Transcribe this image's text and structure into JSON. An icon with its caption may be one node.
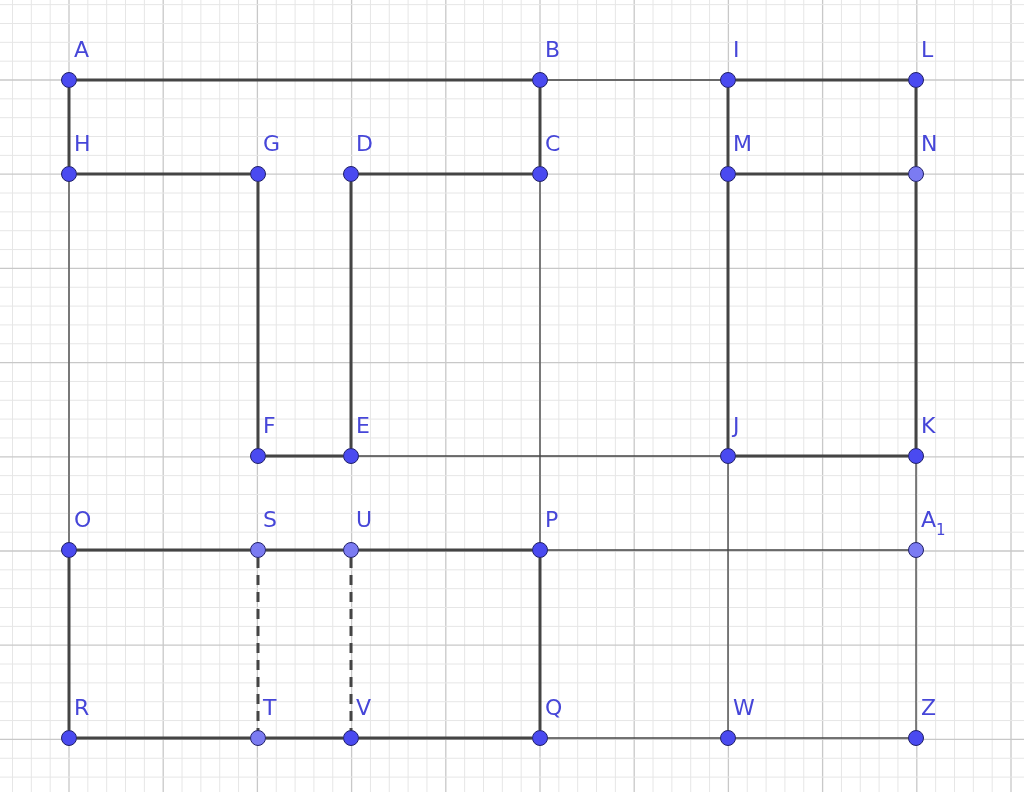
{
  "diagram": {
    "nodes": [
      {
        "text": [
          "A"
        ]
      },
      {
        "text": [
          "B"
        ]
      },
      {
        "text": [
          "I"
        ]
      },
      {
        "text": [
          "L"
        ]
      },
      {
        "text": [
          "H"
        ]
      },
      {
        "text": [
          "G"
        ]
      },
      {
        "text": [
          "D"
        ]
      },
      {
        "text": [
          "C"
        ]
      },
      {
        "text": [
          "M"
        ]
      },
      {
        "text": [
          "N"
        ]
      },
      {
        "text": [
          "F"
        ]
      },
      {
        "text": [
          "E"
        ]
      },
      {
        "text": [
          "J"
        ]
      },
      {
        "text": [
          "K"
        ]
      },
      {
        "text": [
          "O"
        ]
      },
      {
        "text": [
          "S"
        ]
      },
      {
        "text": [
          "U"
        ]
      },
      {
        "text": [
          "P"
        ]
      },
      {
        "text": [
          "A$_{1}$"
        ]
      },
      {
        "text": [
          "R"
        ]
      },
      {
        "text": [
          "T"
        ]
      },
      {
        "text": [
          "V"
        ]
      },
      {
        "text": [
          "Q"
        ]
      },
      {
        "text": [
          "W"
        ]
      },
      {
        "text": [
          "Z"
        ]
      }
    ],
    "edges": [
      {
        "from": 0,
        "to": 1,
        "arrow": "none"
      },
      {
        "from": 1,
        "to": 2,
        "arrow": "none"
      },
      {
        "from": 2,
        "to": 3,
        "arrow": "none"
      },
      {
        "from": 0,
        "to": 4,
        "arrow": "none"
      },
      {
        "from": 1,
        "to": 7,
        "arrow": "none"
      },
      {
        "from": 2,
        "to": 8,
        "arrow": "none"
      },
      {
        "from": 3,
        "to": 9,
        "arrow": "none"
      },
      {
        "from": 4,
        "to": 5,
        "arrow": "none"
      },
      {
        "from": 6,
        "to": 7,
        "arrow": "none"
      },
      {
        "from": 8,
        "to": 9,
        "arrow": "none"
      },
      {
        "from": 5,
        "to": 10,
        "arrow": "none"
      },
      {
        "from": 6,
        "to": 11,
        "arrow": "none"
      },
      {
        "from": 8,
        "to": 12,
        "arrow": "none"
      },
      {
        "from": 9,
        "to": 13,
        "arrow": "none"
      },
      {
        "from": 10,
        "to": 11,
        "arrow": "none"
      },
      {
        "from": 11,
        "to": 12,
        "arrow": "none"
      },
      {
        "from": 12,
        "to": 13,
        "arrow": "none"
      },
      {
        "from": 4,
        "to": 14,
        "arrow": "none"
      },
      {
        "from": 7,
        "to": 17,
        "arrow": "none"
      },
      {
        "from": 12,
        "to": 23,
        "arrow": "none"
      },
      {
        "from": 13,
        "to": 18,
        "arrow": "none"
      },
      {
        "from": 14,
        "to": 15,
        "arrow": "none"
      },
      {
        "from": 15,
        "to": 16,
        "arrow": "none"
      },
      {
        "from": 16,
        "to": 17,
        "arrow": "none"
      },
      {
        "from": 17,
        "to": 18,
        "arrow": "none"
      },
      {
        "from": 14,
        "to": 19,
        "arrow": "none"
      },
      {
        "from": 15,
        "to": 20,
        "arrow": "none",
        "style": "dashed"
      },
      {
        "from": 16,
        "to": 21,
        "arrow": "none",
        "style": "dashed"
      },
      {
        "from": 17,
        "to": 22,
        "arrow": "none"
      },
      {
        "from": 18,
        "to": 24,
        "arrow": "none"
      },
      {
        "from": 19,
        "to": 20,
        "arrow": "none"
      },
      {
        "from": 20,
        "to": 21,
        "arrow": "none"
      },
      {
        "from": 21,
        "to": 22,
        "arrow": "none"
      },
      {
        "from": 22,
        "to": 23,
        "arrow": "none"
      },
      {
        "from": 23,
        "to": 24,
        "arrow": "none"
      }
    ]
  }
}
